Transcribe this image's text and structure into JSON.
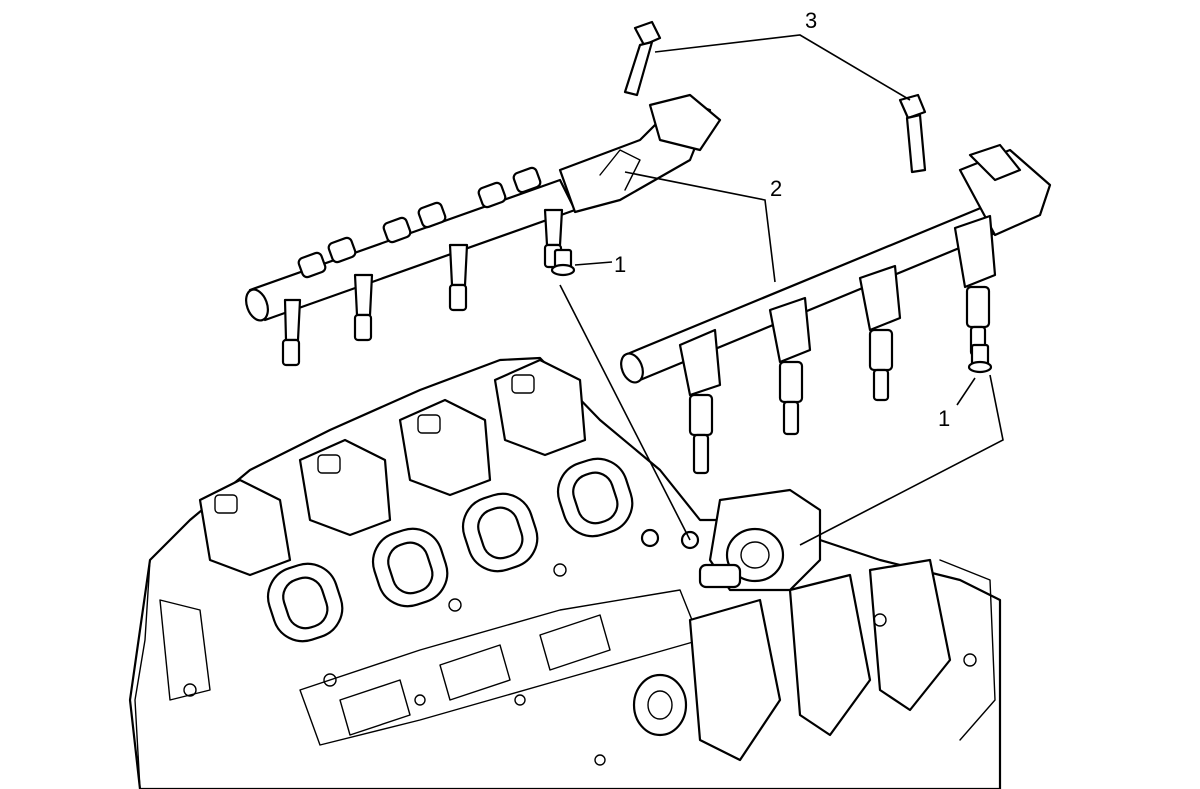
{
  "callouts": {
    "seal_upper": "1",
    "seal_lower": "1",
    "fuel_rail": "2",
    "bolt": "3"
  }
}
